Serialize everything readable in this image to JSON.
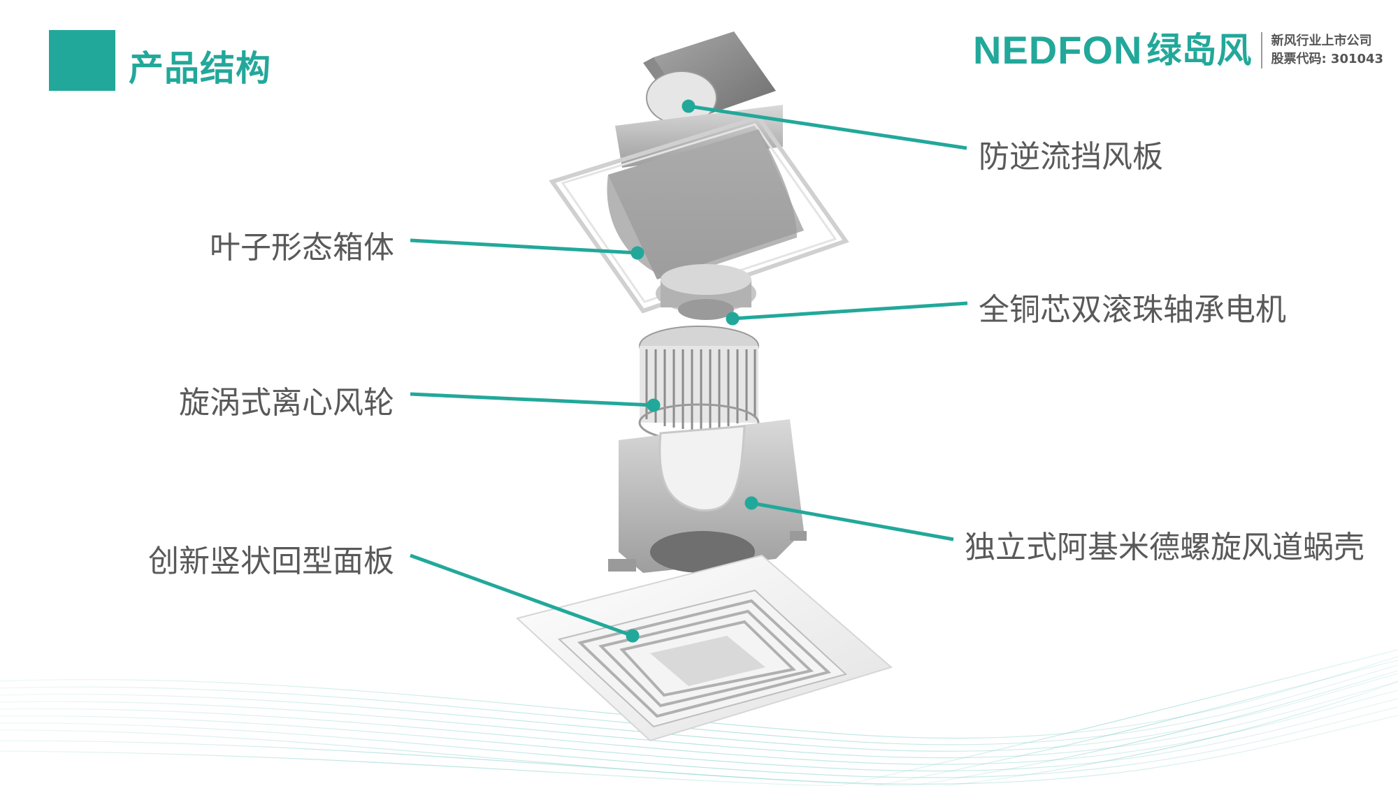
{
  "page": {
    "title": "产品结构"
  },
  "brand": {
    "name_en": "NEDFON",
    "name_cn": "绿岛风",
    "tagline": "新风行业上市公司",
    "stock": "股票代码: 301043"
  },
  "colors": {
    "accent": "#22A89A",
    "label_text": "#595959",
    "divider": "#9a9a9a",
    "product_gray": "#bdbdbd",
    "wave": "#7fcfc6"
  },
  "components": [
    {
      "label": "防逆流挡风板"
    },
    {
      "label": "叶子形态箱体"
    },
    {
      "label": "全铜芯双滚珠轴承电机"
    },
    {
      "label": "旋涡式离心风轮"
    },
    {
      "label": "独立式阿基米德螺旋风道蜗壳"
    },
    {
      "label": "创新竖状回型面板"
    }
  ],
  "illustration": {
    "subject": "exploded-view-ventilation-fan"
  }
}
